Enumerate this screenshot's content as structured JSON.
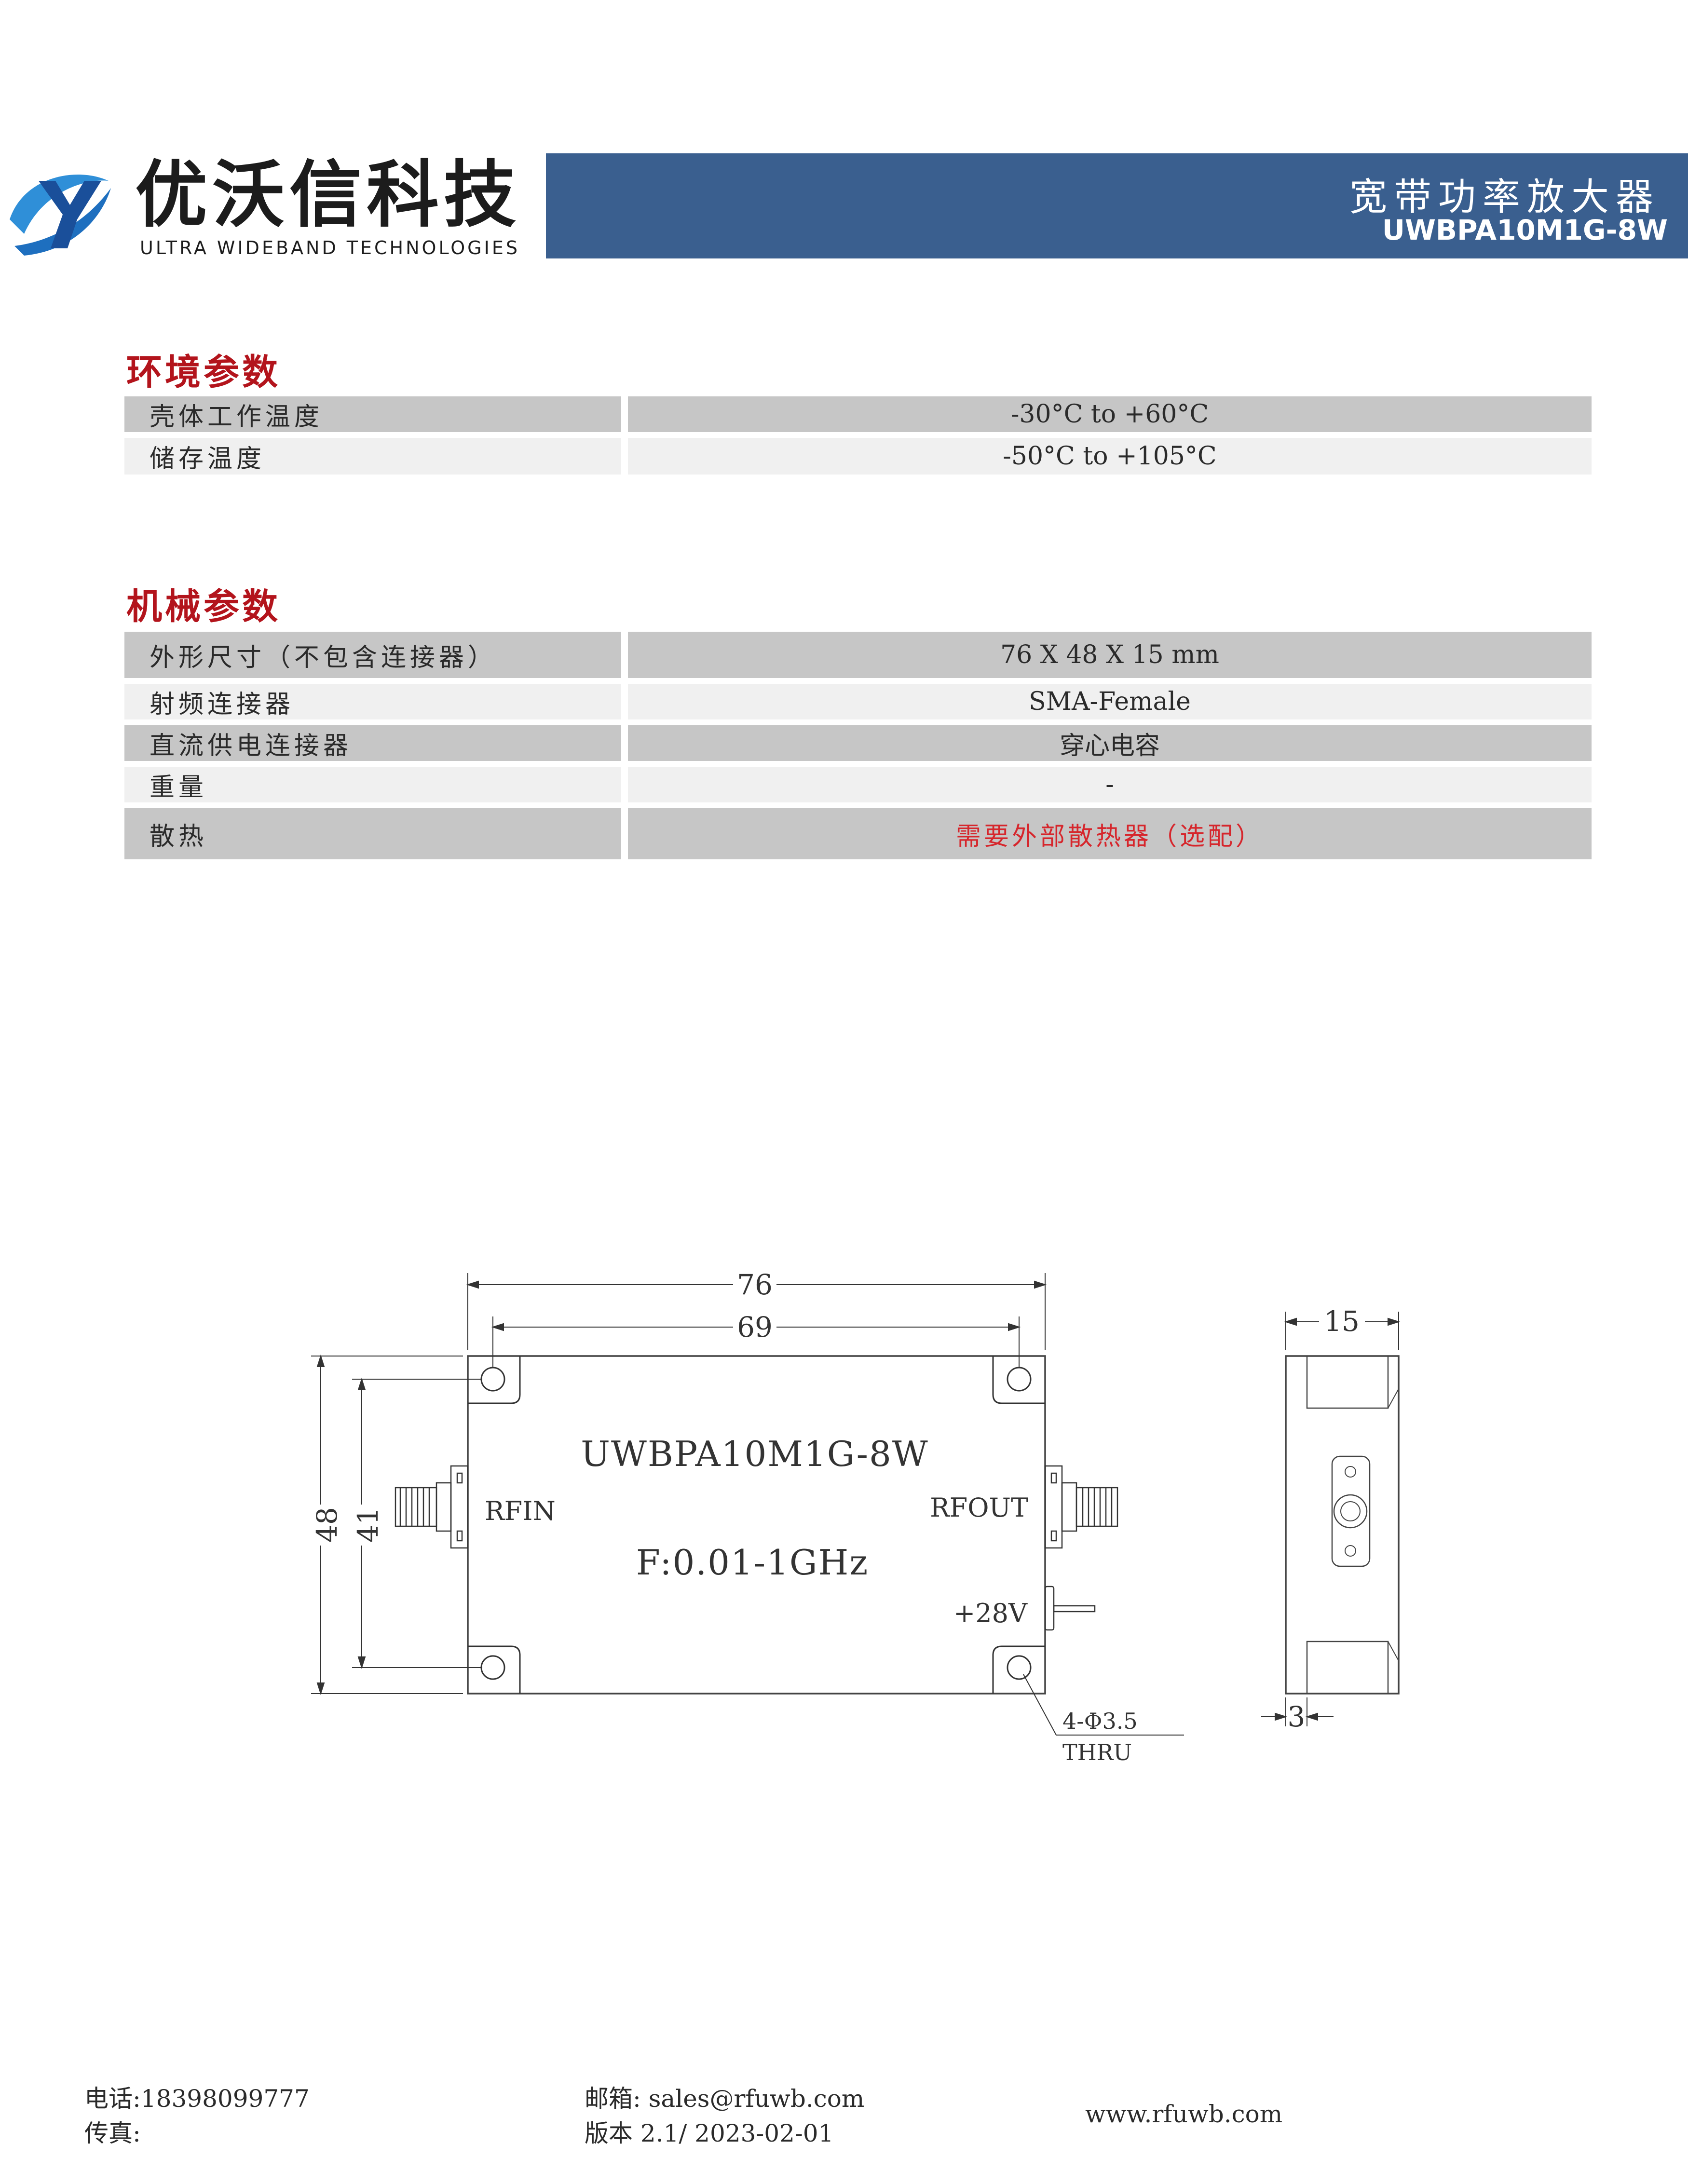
{
  "header": {
    "brand_cn": "优沃信科技",
    "brand_en": "ULTRA WIDEBAND TECHNOLOGIES",
    "product_title": "宽带功率放大器",
    "model": "UWBPA10M1G-8W",
    "brand_color": "#3a5f8f"
  },
  "environment": {
    "title": "环境参数",
    "rows": [
      {
        "label": "壳体工作温度",
        "value": "-30°C to +60°C"
      },
      {
        "label": "储存温度",
        "value": "-50°C to +105°C"
      }
    ]
  },
  "mechanical": {
    "title": "机械参数",
    "rows": [
      {
        "label": "外形尺寸（不包含连接器）",
        "value": "76 X 48 X 15 mm"
      },
      {
        "label": "射频连接器",
        "value": "SMA-Female"
      },
      {
        "label": "直流供电连接器",
        "value": "穿心电容"
      },
      {
        "label": "重量",
        "value": "-"
      },
      {
        "label": "散热",
        "value": "需要外部散热器（选配）"
      }
    ]
  },
  "drawing": {
    "dim_width": "76",
    "dim_hole_span_x": "69",
    "dim_height": "48",
    "dim_hole_span_y": "41",
    "dim_thickness": "15",
    "dim_flange": "3",
    "body_model": "UWBPA10M1G-8W",
    "body_freq": "F:0.01-1GHz",
    "port_in": "RFIN",
    "port_out": "RFOUT",
    "port_dc": "+28V",
    "holes_note_1": "4-Φ3.5",
    "holes_note_2": "THRU"
  },
  "footer": {
    "phone": "电话:18398099777",
    "fax": "传真:",
    "email": "邮箱: sales@rfuwb.com",
    "version": "版本 2.1/ 2023-02-01",
    "website": "www.rfuwb.com"
  }
}
